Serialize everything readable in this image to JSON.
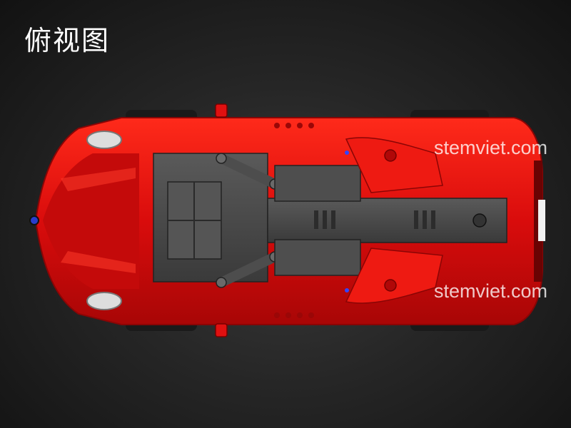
{
  "title": "俯视图",
  "watermarks": [
    "stemviet.com",
    "stemviet.com"
  ],
  "colors": {
    "background": "#1e1e1e",
    "car_red": "#e01010",
    "chassis_gray": "#4a4a4a",
    "text": "#ffffff"
  }
}
